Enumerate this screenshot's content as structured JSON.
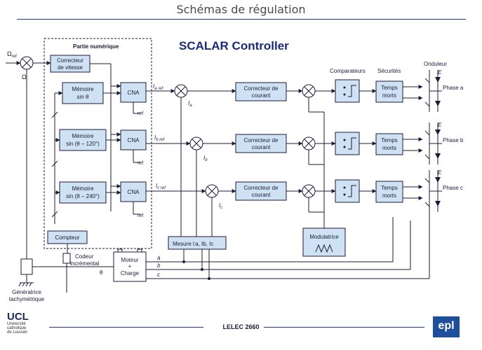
{
  "slide": {
    "title": "Schémas de régulation",
    "heading": "SCALAR Controller",
    "footer": "LELEC 2660"
  },
  "logos": {
    "ucl_word": "UCL",
    "ucl_sub1": "Université",
    "ucl_sub2": "catholique",
    "ucl_sub3": "de Louvain",
    "epl": "epl"
  },
  "diagram": {
    "partie_numerique": "Partie numérique",
    "omega_ref": "Ω",
    "omega_ref_sub": "ref",
    "omega": "Ω",
    "correcteur_vitesse": [
      "Correcteur",
      "de vitesse"
    ],
    "memoire_1": [
      "Mémoire",
      "sin θ"
    ],
    "memoire_2": [
      "Mémoire",
      "sin (θ – 120°)"
    ],
    "memoire_3": [
      "Mémoire",
      "sin (θ – 240°)"
    ],
    "cna": "CNA",
    "ref": "ref",
    "compteur": "Compteur",
    "codeur": [
      "Codeur",
      "incrémental"
    ],
    "moteur": [
      "Moteur",
      "+",
      "Charge"
    ],
    "theta": "θ",
    "generatrice": [
      "Génératrice",
      "tachymétrique"
    ],
    "ia_ref": "I",
    "ia_ref_sub": "a ref",
    "ib_ref_sub": "b ref",
    "ic_ref_sub": "c ref",
    "ia_sub": "a",
    "ib_sub": "b",
    "ic_sub": "c",
    "correcteur_courant": [
      "Correcteur de",
      "courant"
    ],
    "comparateurs": "Comparateurs",
    "securites": "Sécurités",
    "onduleur": "Onduleur",
    "temps_morts": [
      "Temps",
      "morts"
    ],
    "e_label": "E",
    "phase_a": "Phase a",
    "phase_b": "Phase b",
    "phase_c": "Phase c",
    "mesure": "Mesure I",
    "mesure_rest": "a, Ib, Ic",
    "modulatrice": "Modulatrice",
    "line_a": "a",
    "line_b": "b",
    "line_c": "c"
  }
}
